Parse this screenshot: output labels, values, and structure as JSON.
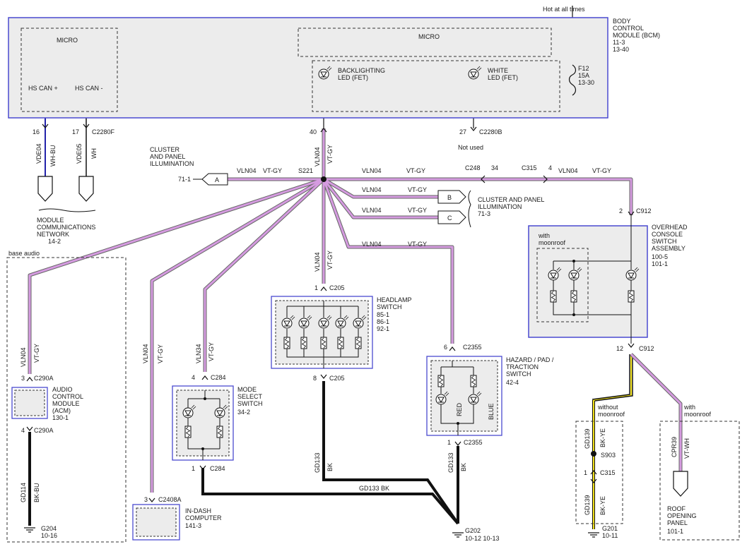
{
  "hot_at_all_times": "Hot at all times",
  "bcm": {
    "name_lines": [
      "BODY",
      "CONTROL",
      "MODULE (BCM)",
      "11-3",
      "13-40"
    ],
    "micro_left": "MICRO",
    "micro_center": "MICRO",
    "hs_can_plus": "HS CAN +",
    "hs_can_minus": "HS CAN -",
    "backlighting_lines": [
      "BACKLIGHTING",
      "LED (FET)"
    ],
    "white_lines": [
      "WHITE",
      "LED (FET)"
    ],
    "fuse_lines": [
      "F12",
      "15A",
      "13-30"
    ]
  },
  "pins": {
    "p16": "16",
    "p17": "17",
    "c2280f": "C2280F",
    "p40": "40",
    "p27": "27",
    "c2280b": "C2280B",
    "not_used": "Not used"
  },
  "wires": {
    "vde04": "VDE04",
    "wh_bu": "WH-BU",
    "vde05": "VDE05",
    "wh": "WH",
    "vln04": "VLN04",
    "vt_gy": "VT-GY",
    "vln34": "VLN34",
    "gd133": "GD133",
    "bk": "BK",
    "gd114": "GD114",
    "bk_bu": "BK-BU",
    "gd139": "GD139",
    "bk_ye": "BK-YE",
    "cpr39": "CPR39",
    "vt_wh": "VT-WH"
  },
  "mcn_lines": [
    "MODULE",
    "COMMUNICATIONS",
    "NETWORK",
    "14-2"
  ],
  "cluster_panel_lines": [
    "CLUSTER",
    "AND PANEL",
    "ILLUMINATION"
  ],
  "ref_71_1": "71-1",
  "conn_a": "A",
  "conn_b": "B",
  "conn_c": "C",
  "s221": "S221",
  "cluster_panel_right_lines": [
    "CLUSTER AND PANEL",
    "ILLUMINATION",
    "71-3"
  ],
  "c248": "C248",
  "c248_pin": "34",
  "c315": "C315",
  "c315_pin": "4",
  "overhead": {
    "pin_in": "2",
    "conn_in": "C912",
    "with_moonroof": "with",
    "with_moonroof_2": "moonroof",
    "name_lines": [
      "OVERHEAD",
      "CONSOLE",
      "SWITCH",
      "ASSEMBLY",
      "100-5",
      "101-1"
    ],
    "pin_out": "12",
    "conn_out": "C912"
  },
  "base_audio": "base audio",
  "acm": {
    "pin_in": "3",
    "conn_in": "C290A",
    "name_lines": [
      "AUDIO",
      "CONTROL",
      "MODULE",
      "(ACM)",
      "130-1"
    ],
    "pin_out": "4",
    "conn_out": "C290A"
  },
  "g204_lines": [
    "G204",
    "10-16"
  ],
  "idc": {
    "pin": "3",
    "conn": "C2408A",
    "name_lines": [
      "IN-DASH",
      "COMPUTER",
      "141-3"
    ]
  },
  "mode_select": {
    "pin_in": "4",
    "conn_in": "C284",
    "name_lines": [
      "MODE",
      "SELECT",
      "SWITCH",
      "34-2"
    ],
    "pin_out": "1",
    "conn_out": "C284"
  },
  "headlamp": {
    "pin_in": "1",
    "conn_in": "C205",
    "name_lines": [
      "HEADLAMP",
      "SWITCH",
      "85-1",
      "86-1",
      "92-1"
    ],
    "pin_out": "8",
    "conn_out": "C205"
  },
  "hazard": {
    "pin_in": "6",
    "conn_in": "C2355",
    "name_lines": [
      "HAZARD / PAD /",
      "TRACTION",
      "SWITCH",
      "42-4"
    ],
    "red": "RED",
    "blue": "BLUE",
    "pin_out": "1",
    "conn_out": "C2355"
  },
  "gd133_bk_label": "GD133  BK",
  "g202_lines": [
    "G202",
    "10-12    10-13"
  ],
  "without_moonroof_lines": [
    "without",
    "moonroof"
  ],
  "with_moonroof_right_lines": [
    "with",
    "moonroof"
  ],
  "s903": "S903",
  "c315_lower_pin": "1",
  "c315_lower": "C315",
  "g201_lines": [
    "G201",
    "10-11"
  ],
  "roof_panel_lines": [
    "ROOF",
    "OPENING",
    "PANEL",
    "101-1"
  ],
  "colors": {
    "module_border": "#4a4ad0",
    "module_fill": "#ececec",
    "vt_gy_fill": "#d59be0",
    "ye_fill": "#f2e21c"
  }
}
